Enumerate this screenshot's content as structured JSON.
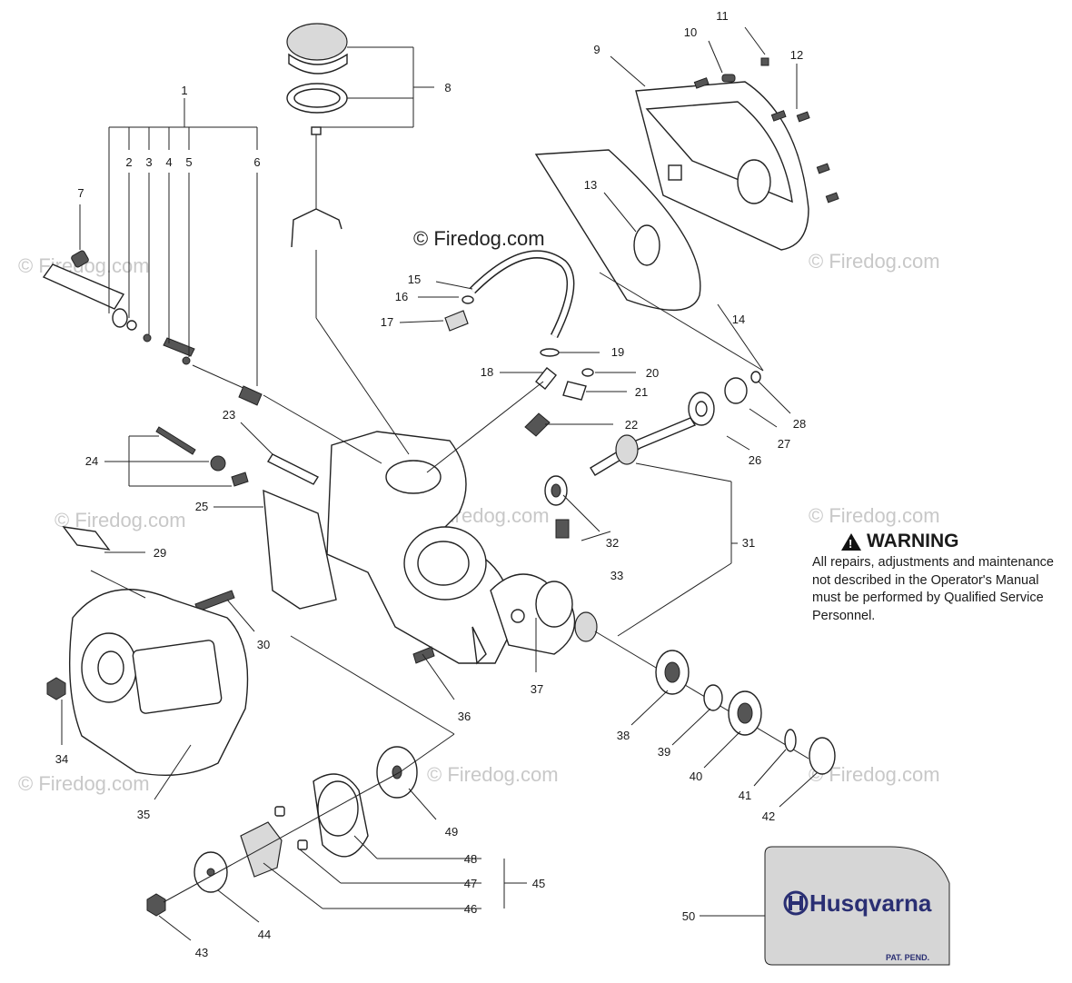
{
  "callouts": {
    "c1": "1",
    "c2": "2",
    "c3": "3",
    "c4": "4",
    "c5": "5",
    "c6": "6",
    "c7": "7",
    "c8": "8",
    "c9": "9",
    "c10": "10",
    "c11": "11",
    "c12": "12",
    "c13": "13",
    "c14": "14",
    "c15": "15",
    "c16": "16",
    "c17": "17",
    "c18": "18",
    "c19": "19",
    "c20": "20",
    "c21": "21",
    "c22": "22",
    "c23": "23",
    "c24": "24",
    "c25": "25",
    "c26": "26",
    "c27": "27",
    "c28": "28",
    "c29": "29",
    "c30": "30",
    "c31": "31",
    "c32": "32",
    "c33": "33",
    "c34": "34",
    "c35": "35",
    "c36": "36",
    "c37": "37",
    "c38": "38",
    "c39": "39",
    "c40": "40",
    "c41": "41",
    "c42": "42",
    "c43": "43",
    "c44": "44",
    "c45": "45",
    "c46": "46",
    "c47": "47",
    "c48": "48",
    "c49": "49",
    "c50": "50"
  },
  "copyright": "© Firedog.com",
  "watermark": "© Firedog.com",
  "warning": {
    "title": "WARNING",
    "text": "All repairs, adjustments and maintenance not described in the Operator's Manual must be performed by Qualified Service Personnel."
  },
  "decal": {
    "brand": "Husqvarna",
    "patent": "PAT. PEND."
  },
  "colors": {
    "line": "#222222",
    "decal_bg": "#d6d6d6",
    "brand": "#2a2f73"
  }
}
